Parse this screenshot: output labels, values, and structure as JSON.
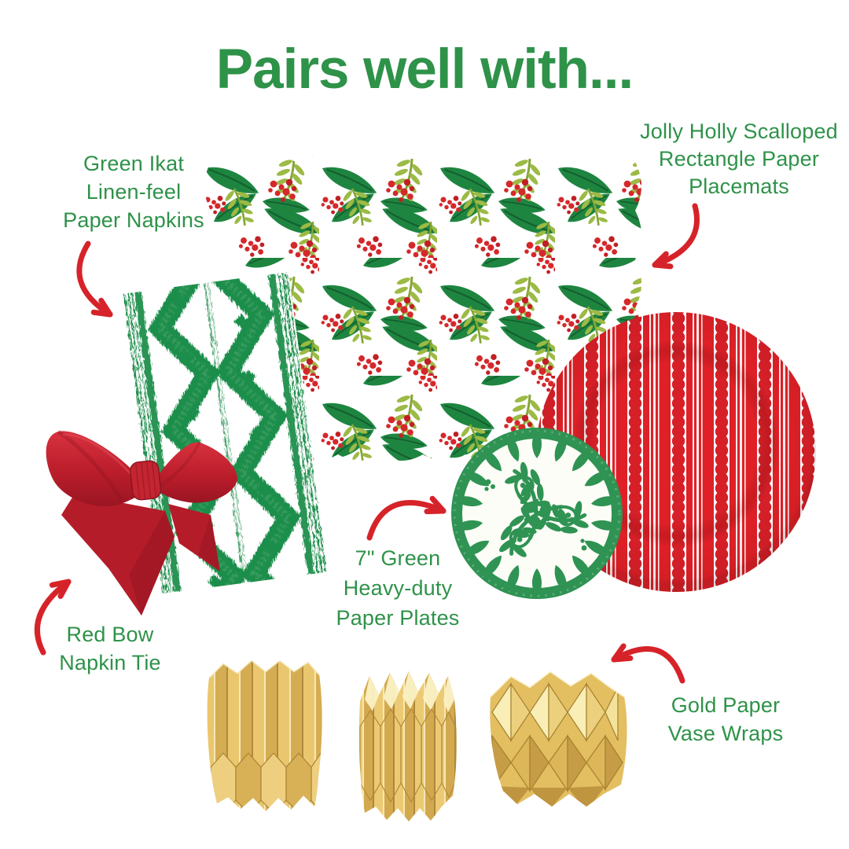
{
  "title": "Pairs well with...",
  "colors": {
    "title_green": "#2e9249",
    "label_green": "#2e9249",
    "arrow_red": "#d62329",
    "bow_red": "#bf1e2a",
    "ikat_green": "#1f8e4c",
    "holly_leaf_green": "#1e8540",
    "fern_olive": "#9cba45",
    "berry_red": "#d5282b",
    "plate_green": "#2f9353",
    "plate_red": "#df2027",
    "vase_gold": "#e3bf62",
    "background": "#ffffff"
  },
  "icons": {
    "arrow_style": "hand-drawn-curved-arrow"
  },
  "products": {
    "napkins": {
      "label_lines": [
        "Green Ikat",
        "Linen-feel",
        "Paper Napkins"
      ]
    },
    "placemats": {
      "label_lines": [
        "Jolly Holly Scalloped",
        "Rectangle Paper",
        "Placemats"
      ]
    },
    "plates": {
      "label_lines": [
        "7\" Green",
        "Heavy-duty",
        "Paper Plates"
      ]
    },
    "bow": {
      "label_lines": [
        "Red Bow",
        "Napkin Tie"
      ]
    },
    "vases": {
      "label_lines": [
        "Gold Paper",
        "Vase Wraps"
      ]
    }
  }
}
